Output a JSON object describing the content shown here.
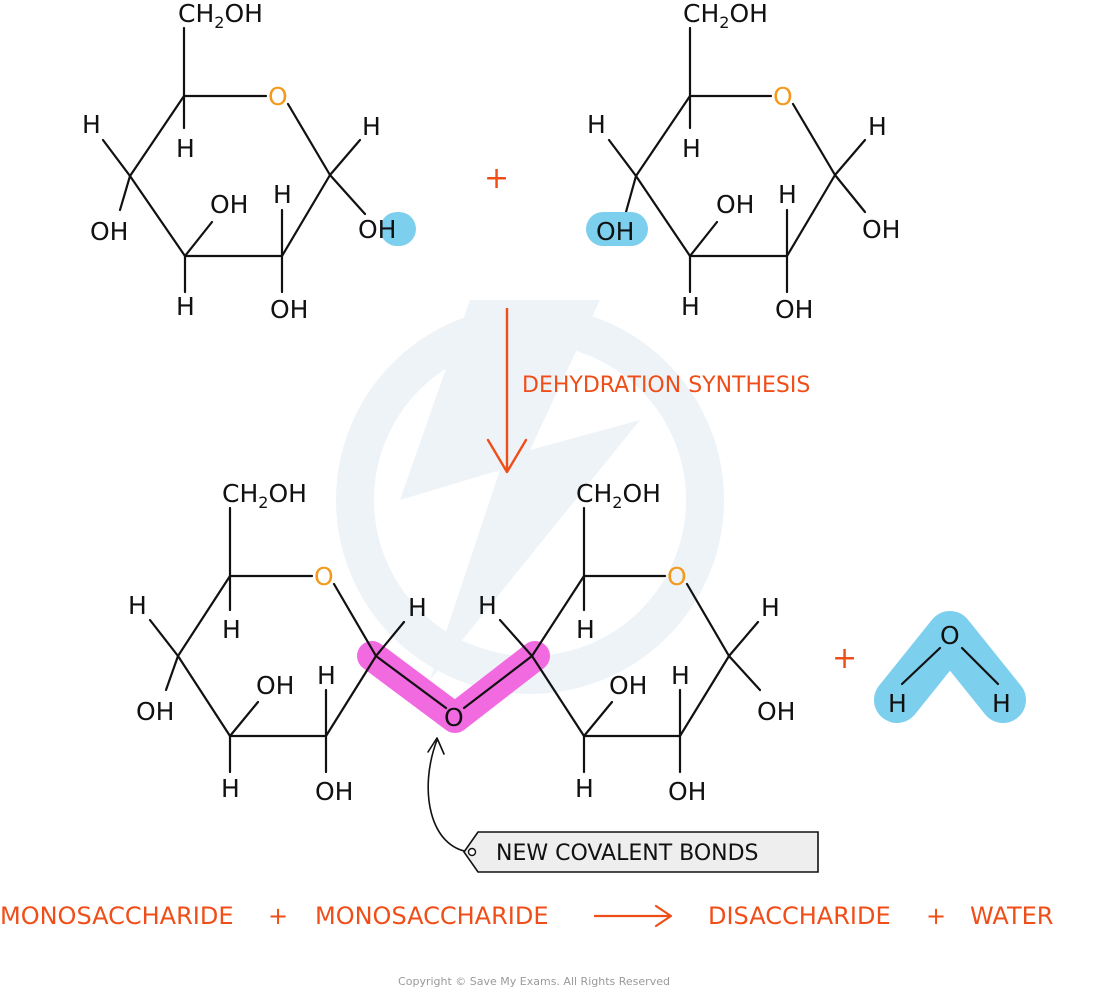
{
  "molecule_labels": {
    "ch2oh_main": "CH",
    "ch2oh_sub": "2",
    "ch2oh_tail": "OH",
    "h": "H",
    "oh": "OH",
    "o": "O"
  },
  "plus_sign": "+",
  "arrow_label": "DEHYDRATION SYNTHESIS",
  "tag_label": "NEW COVALENT BONDS",
  "equation": {
    "term1": "MONOSACCHARIDE",
    "plus1": "+",
    "term2": "MONOSACCHARIDE",
    "product1": "DISACCHARIDE",
    "plus2": "+",
    "product2": "WATER"
  },
  "copyright": "Copyright © Save My Exams. All Rights Reserved",
  "colors": {
    "accent_orange": "#f04e18",
    "ring_oxygen": "#f39a1e",
    "highlight_blue": "#7dcfee",
    "highlight_pink": "#f26ae0",
    "watermark": "#eef3f8"
  }
}
